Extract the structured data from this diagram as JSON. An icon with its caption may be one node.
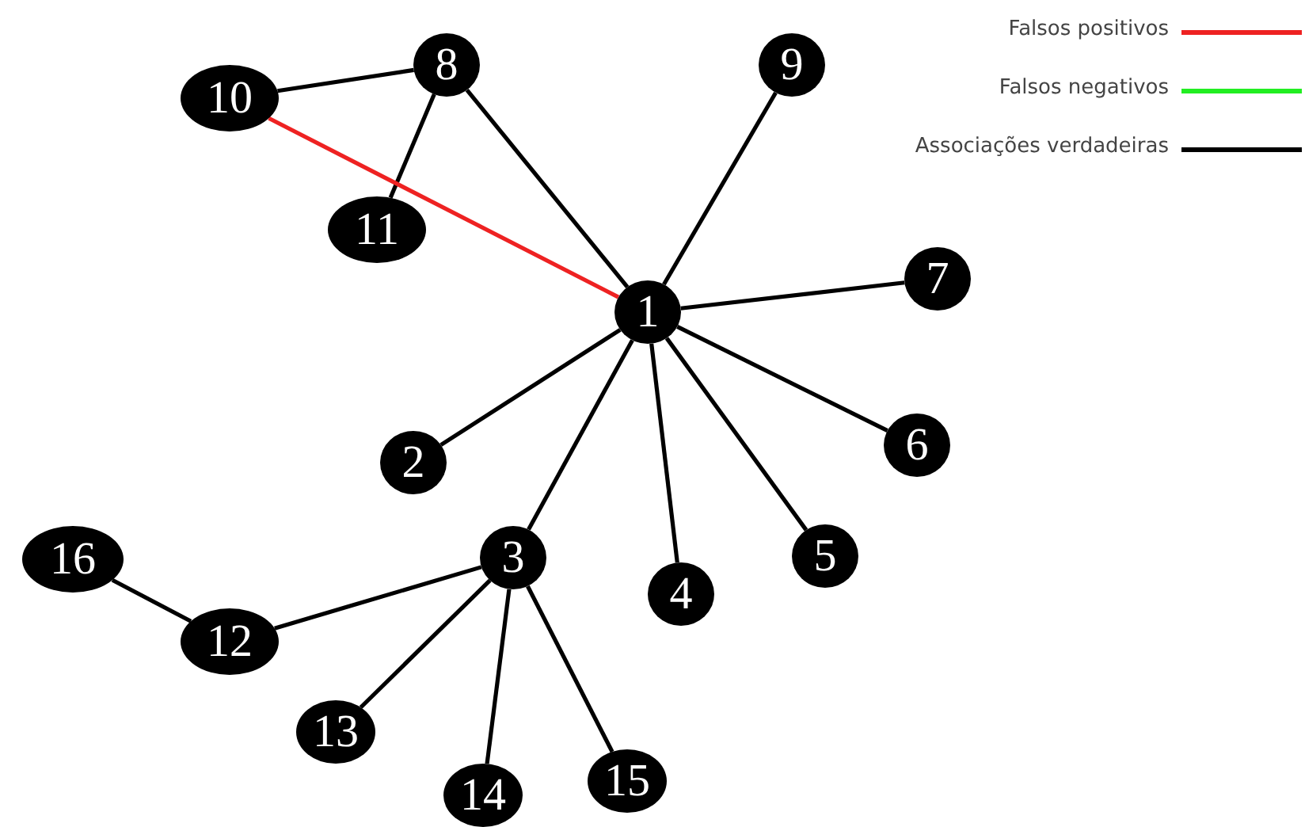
{
  "diagram": {
    "nodes": [
      {
        "text": [
          "1"
        ]
      },
      {
        "text": [
          "2"
        ]
      },
      {
        "text": [
          "3"
        ]
      },
      {
        "text": [
          "4"
        ]
      },
      {
        "text": [
          "5"
        ]
      },
      {
        "text": [
          "6"
        ]
      },
      {
        "text": [
          "7"
        ]
      },
      {
        "text": [
          "8"
        ]
      },
      {
        "text": [
          "9"
        ]
      },
      {
        "text": [
          "10"
        ]
      },
      {
        "text": [
          "11"
        ]
      },
      {
        "text": [
          "12"
        ]
      },
      {
        "text": [
          "13"
        ]
      },
      {
        "text": [
          "14"
        ]
      },
      {
        "text": [
          "15"
        ]
      },
      {
        "text": [
          "16"
        ]
      }
    ],
    "edges": [
      {
        "from": 9,
        "to": 7,
        "arrow": "none"
      },
      {
        "from": 7,
        "to": 10,
        "arrow": "none"
      },
      {
        "from": 7,
        "to": 0,
        "arrow": "none"
      },
      {
        "from": 9,
        "to": 0,
        "arrow": "none",
        "color": "#ee2222"
      },
      {
        "from": 8,
        "to": 0,
        "arrow": "none"
      },
      {
        "from": 6,
        "to": 0,
        "arrow": "none"
      },
      {
        "from": 1,
        "to": 0,
        "arrow": "none"
      },
      {
        "from": 2,
        "to": 0,
        "arrow": "none"
      },
      {
        "from": 3,
        "to": 0,
        "arrow": "none"
      },
      {
        "from": 4,
        "to": 0,
        "arrow": "none"
      },
      {
        "from": 5,
        "to": 0,
        "arrow": "none"
      },
      {
        "from": 15,
        "to": 11,
        "arrow": "none"
      },
      {
        "from": 11,
        "to": 2,
        "arrow": "none"
      },
      {
        "from": 12,
        "to": 2,
        "arrow": "none"
      },
      {
        "from": 13,
        "to": 2,
        "arrow": "none"
      },
      {
        "from": 14,
        "to": 2,
        "arrow": "none"
      }
    ],
    "legend": [
      {
        "text": "Falsos positivos",
        "color": "#ee2222"
      },
      {
        "text": "Falsos negativos",
        "color": "#22ee22"
      },
      {
        "text": "Associações verdadeiras",
        "color": "#000000"
      }
    ]
  }
}
